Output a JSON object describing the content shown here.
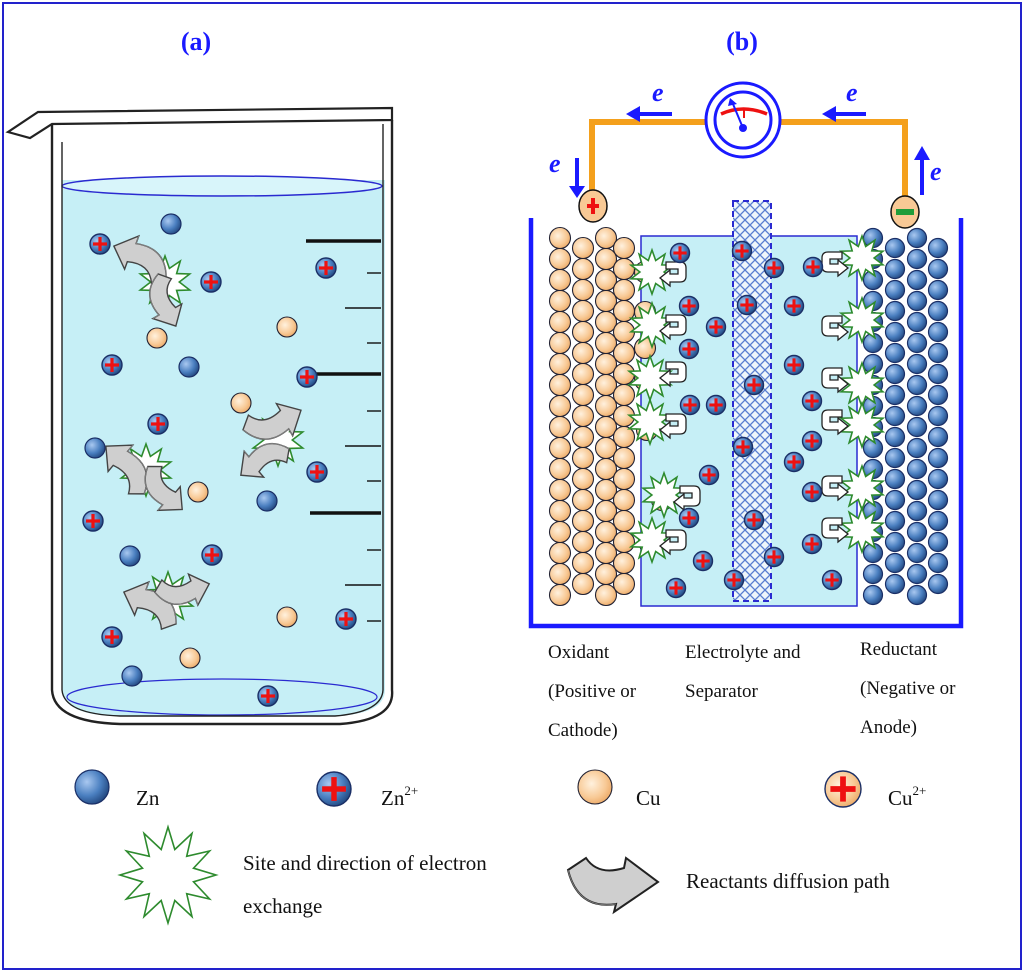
{
  "panel_a": {
    "title": "(a)"
  },
  "panel_b": {
    "title": "(b)",
    "electron_labels": [
      "e",
      "e",
      "e",
      "e"
    ],
    "columns": [
      {
        "lines": [
          "Oxidant",
          "(Positive or",
          "Cathode)"
        ]
      },
      {
        "lines": [
          "Electrolyte and",
          "Separator"
        ]
      },
      {
        "lines": [
          "Reductant",
          "(Negative or",
          "Anode)"
        ]
      }
    ]
  },
  "legend": {
    "zn": {
      "label": "Zn"
    },
    "zn_ion": {
      "base": "Zn",
      "charge": "2+"
    },
    "cu": {
      "label": "Cu"
    },
    "cu_ion": {
      "base": "Cu",
      "charge": "2+"
    },
    "site": {
      "lines": [
        "Site and direction of electron",
        "exchange"
      ]
    },
    "diffusion": {
      "label": "Reactants diffusion path"
    }
  },
  "colors": {
    "border": "#2222cc",
    "water": "#c6eff6",
    "zn": "#4a7fc0",
    "cu": "#f6c48e",
    "ion_plus": "#ee1111",
    "wire": "#f4a01c",
    "site_outline": "#2e8b2e",
    "arrow_blue": "#1a1aff"
  },
  "icons": [
    "zn-atom-icon",
    "zn-ion-icon",
    "cu-atom-icon",
    "cu-ion-icon",
    "electron-exchange-star-icon",
    "diffusion-arrow-icon",
    "ammeter-icon"
  ]
}
